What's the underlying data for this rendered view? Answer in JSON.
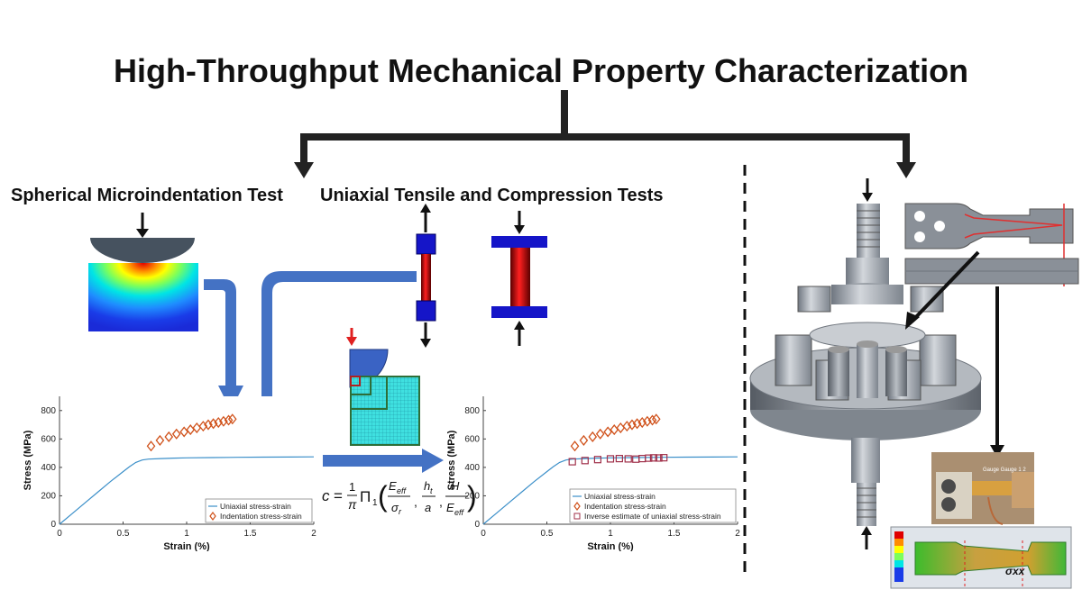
{
  "title": "High-Throughput Mechanical Property Characterization",
  "sections": {
    "indentation_label": "Spherical Microindentation Test",
    "tensile_label": "Uniaxial Tensile and Compression Tests"
  },
  "photo": {
    "gauge_label": "Gauge Gauge 1 2",
    "sim_label": "σxx"
  },
  "colors": {
    "arrow_blue": "#4472c4",
    "indentation_marker": "#d0521b",
    "inverse_marker": "#a0304a",
    "uniaxial_line": "#3b8fc9",
    "bar": "#222222"
  },
  "chart_data": [
    {
      "type": "line",
      "xlabel": "Strain (%)",
      "ylabel": "Stress (MPa)",
      "xlim": [
        0,
        2
      ],
      "ylim": [
        0,
        900
      ],
      "xticks": [
        0,
        0.5,
        1,
        1.5,
        2
      ],
      "yticks": [
        0,
        200,
        400,
        600,
        800
      ],
      "legend_position": "bottom-right",
      "series": [
        {
          "name": "Uniaxial stress-strain",
          "kind": "line",
          "x": [
            0,
            0.1,
            0.2,
            0.3,
            0.4,
            0.5,
            0.55,
            0.6,
            0.65,
            0.7,
            0.8,
            0.9,
            1.0,
            1.2,
            1.4,
            1.6,
            1.8,
            2.0
          ],
          "y": [
            0,
            75,
            150,
            225,
            300,
            370,
            405,
            435,
            452,
            458,
            462,
            465,
            467,
            469,
            471,
            472,
            473,
            474
          ]
        },
        {
          "name": "Indentation stress-strain",
          "kind": "diamond",
          "x": [
            0.72,
            0.79,
            0.86,
            0.92,
            0.98,
            1.03,
            1.08,
            1.13,
            1.17,
            1.21,
            1.25,
            1.29,
            1.33,
            1.36
          ],
          "y": [
            550,
            590,
            615,
            635,
            650,
            665,
            678,
            690,
            700,
            708,
            716,
            724,
            732,
            740
          ]
        }
      ]
    },
    {
      "type": "line",
      "xlabel": "Strain (%)",
      "ylabel": "Stress (MPa)",
      "xlim": [
        0,
        2
      ],
      "ylim": [
        0,
        900
      ],
      "xticks": [
        0,
        0.5,
        1,
        1.5,
        2
      ],
      "yticks": [
        0,
        200,
        400,
        600,
        800
      ],
      "legend_position": "bottom-right",
      "series": [
        {
          "name": "Uniaxial stress-strain",
          "kind": "line",
          "x": [
            0,
            0.1,
            0.2,
            0.3,
            0.4,
            0.5,
            0.55,
            0.6,
            0.65,
            0.7,
            0.8,
            0.9,
            1.0,
            1.2,
            1.4,
            1.6,
            1.8,
            2.0
          ],
          "y": [
            0,
            75,
            150,
            225,
            300,
            370,
            405,
            435,
            452,
            458,
            462,
            465,
            467,
            469,
            471,
            472,
            473,
            474
          ]
        },
        {
          "name": "Indentation stress-strain",
          "kind": "diamond",
          "x": [
            0.72,
            0.79,
            0.86,
            0.92,
            0.98,
            1.03,
            1.08,
            1.13,
            1.17,
            1.21,
            1.25,
            1.29,
            1.33,
            1.36
          ],
          "y": [
            550,
            590,
            615,
            635,
            650,
            665,
            678,
            690,
            700,
            708,
            716,
            724,
            732,
            740
          ]
        },
        {
          "name": "Inverse estimate of uniaxial stress-strain",
          "kind": "square",
          "x": [
            0.7,
            0.8,
            0.9,
            1.0,
            1.07,
            1.14,
            1.2,
            1.25,
            1.3,
            1.34,
            1.38,
            1.42
          ],
          "y": [
            440,
            448,
            455,
            460,
            462,
            460,
            458,
            462,
            465,
            467,
            466,
            468
          ]
        }
      ]
    }
  ]
}
